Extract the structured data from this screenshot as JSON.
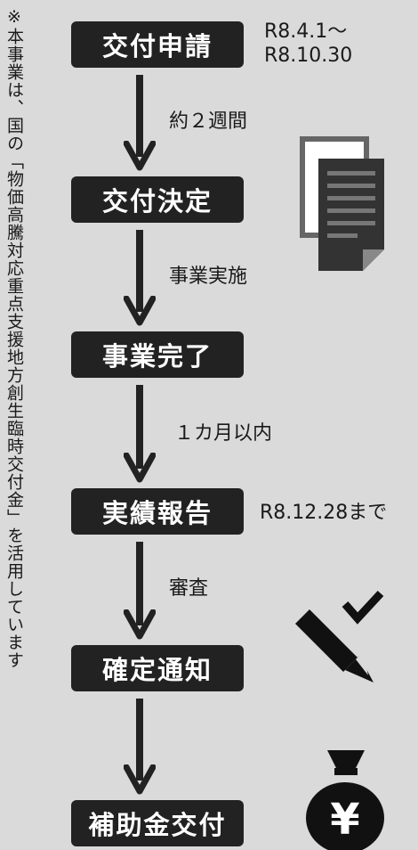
{
  "note": "※本事業は、国の「物価高騰対応重点支援地方創生臨時交付金」を活用しています",
  "steps": [
    {
      "label": "交付申請"
    },
    {
      "label": "交付決定"
    },
    {
      "label": "事業完了"
    },
    {
      "label": "実績報告"
    },
    {
      "label": "確定通知"
    },
    {
      "label": "補助金交付"
    }
  ],
  "periods": [
    "約２週間",
    "事業実施",
    "１カ月以内",
    "審査"
  ],
  "dates": {
    "application_line1": "R8.4.1～",
    "application_line2": "R8.10.30",
    "report": "R8.12.28まで"
  },
  "icons": [
    "documents-icon",
    "pencil-check-icon",
    "yen-bag-icon"
  ]
}
